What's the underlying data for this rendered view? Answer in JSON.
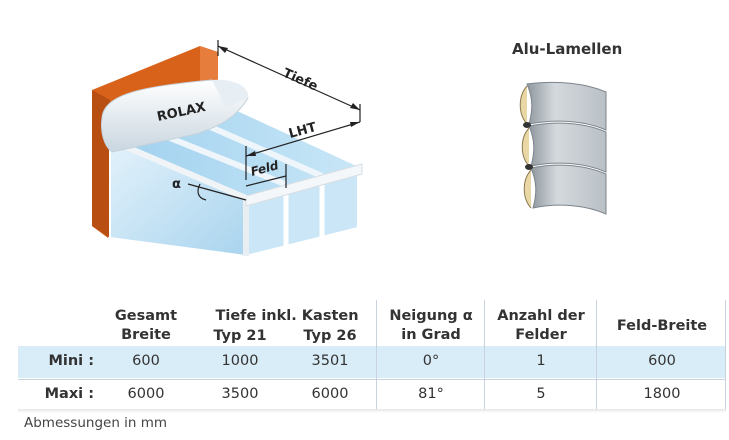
{
  "illustration": {
    "brand": "ROLAX",
    "dim_tiefe": "Tiefe",
    "dim_lht": "LHT",
    "dim_feld": "Feld",
    "angle_symbol": "α",
    "colors": {
      "wall": "#d9621b",
      "glass": "#bfe0f2",
      "frame": "#ffffff"
    }
  },
  "profile": {
    "title": "Alu-Lamellen"
  },
  "table": {
    "headers": {
      "gesamt_line1": "Gesamt",
      "gesamt_line2": "Breite",
      "tiefe": "Tiefe inkl. Kasten",
      "typ21": "Typ 21",
      "typ26": "Typ 26",
      "neigung_line1": "Neigung α",
      "neigung_line2": "in Grad",
      "anzahl_line1": "Anzahl der",
      "anzahl_line2": "Felder",
      "feldbreite": "Feld-Breite"
    },
    "rows": [
      {
        "label": "Mini :",
        "values": [
          "600",
          "1000",
          "3501",
          "0°",
          "1",
          "600"
        ]
      },
      {
        "label": "Maxi :",
        "values": [
          "6000",
          "3500",
          "6000",
          "81°",
          "5",
          "1800"
        ]
      }
    ],
    "highlight_color": "#d9edf8"
  },
  "footnote": "Abmessungen in mm"
}
